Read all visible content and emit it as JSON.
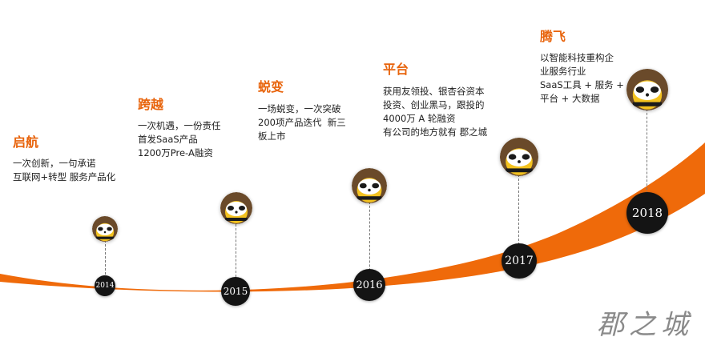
{
  "colors": {
    "accent": "#e8640c",
    "curve": "#ef6a0a",
    "badge": "#141414",
    "mascot_yellow": "#f3c21f"
  },
  "icons": {
    "avatar": "panda-mascot-icon"
  },
  "milestones": [
    {
      "title": "启航",
      "desc": "一次创新，一句承诺\n互联网+转型 服务产品化",
      "year": "2014"
    },
    {
      "title": "跨越",
      "desc": "一次机遇，一份责任\n首发SaaS产品\n1200万Pre-A融资",
      "year": "2015"
    },
    {
      "title": "蜕变",
      "desc": "一场蜕变，一次突破\n200项产品迭代  新三\n板上市",
      "year": "2016"
    },
    {
      "title": "平台",
      "desc": "获用友领投、银杏谷资本\n投资、创业黑马，跟投的\n4000万 A 轮融资\n有公司的地方就有 郡之城",
      "year": "2017"
    },
    {
      "title": "腾飞",
      "desc": "以智能科技重构企\n业服务行业\nSaaS工具 + 服务 +\n平台 + 大数据",
      "year": "2018"
    }
  ],
  "watermark": "郡之城"
}
